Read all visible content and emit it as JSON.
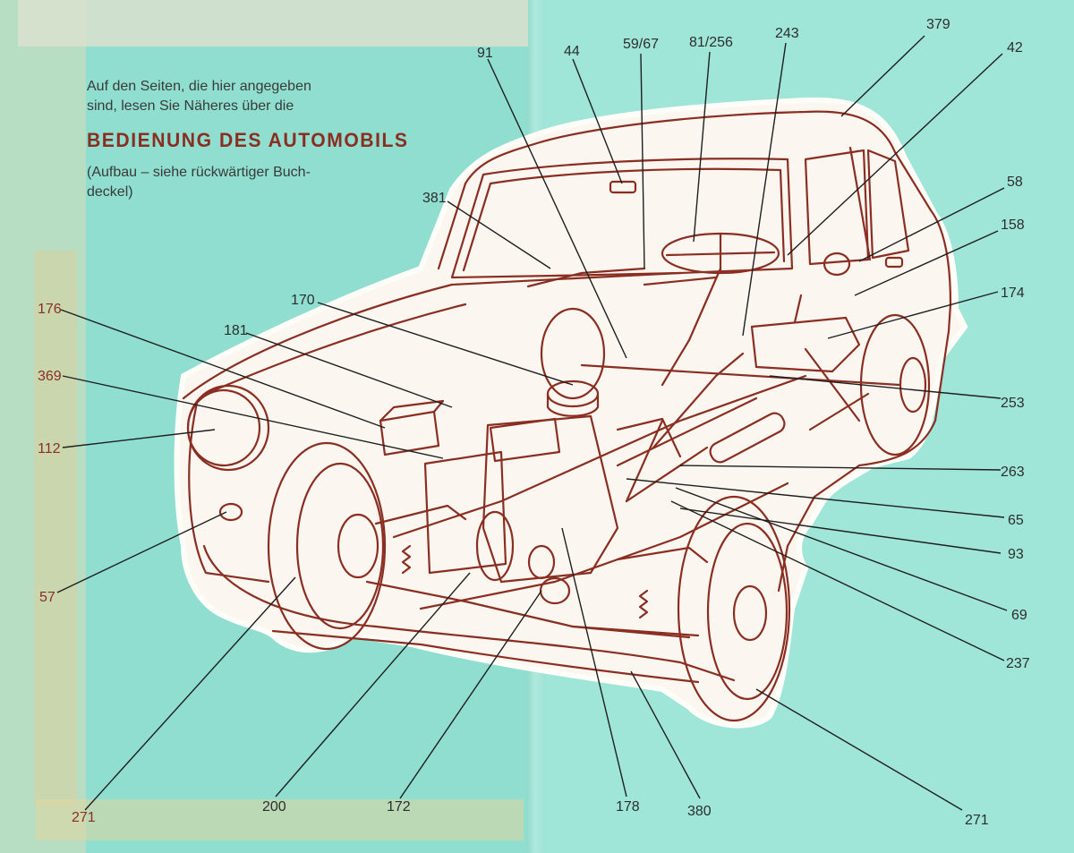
{
  "intro": {
    "line1": "Auf den Seiten, die hier angegeben",
    "line2": "sind, lesen Sie Näheres über die",
    "title": "BEDIENUNG DES AUTOMOBILS",
    "line3": "(Aufbau – siehe rückwärtiger Buch-",
    "line4": "deckel)"
  },
  "callouts": [
    {
      "id": "c91",
      "text": "91"
    },
    {
      "id": "c44",
      "text": "44"
    },
    {
      "id": "c5967",
      "text": "59/67"
    },
    {
      "id": "c81256",
      "text": "81/256"
    },
    {
      "id": "c243",
      "text": "243"
    },
    {
      "id": "c379",
      "text": "379"
    },
    {
      "id": "c42",
      "text": "42"
    },
    {
      "id": "c58",
      "text": "58"
    },
    {
      "id": "c158",
      "text": "158"
    },
    {
      "id": "c174",
      "text": "174"
    },
    {
      "id": "c381",
      "text": "381"
    },
    {
      "id": "c170",
      "text": "170"
    },
    {
      "id": "c181",
      "text": "181"
    },
    {
      "id": "c176",
      "text": "176"
    },
    {
      "id": "c369",
      "text": "369"
    },
    {
      "id": "c112",
      "text": "112"
    },
    {
      "id": "c57",
      "text": "57"
    },
    {
      "id": "c253",
      "text": "253"
    },
    {
      "id": "c263",
      "text": "263"
    },
    {
      "id": "c65",
      "text": "65"
    },
    {
      "id": "c93",
      "text": "93"
    },
    {
      "id": "c69",
      "text": "69"
    },
    {
      "id": "c237",
      "text": "237"
    },
    {
      "id": "c271r",
      "text": "271"
    },
    {
      "id": "c380",
      "text": "380"
    },
    {
      "id": "c178",
      "text": "178"
    },
    {
      "id": "c172",
      "text": "172"
    },
    {
      "id": "c200",
      "text": "200"
    },
    {
      "id": "c271l",
      "text": "271"
    }
  ],
  "colors": {
    "ink": "#8b2e22",
    "page_left": "#8fded0",
    "page_right": "#9fe6d8",
    "car_silhouette": "#fbf6f0"
  }
}
